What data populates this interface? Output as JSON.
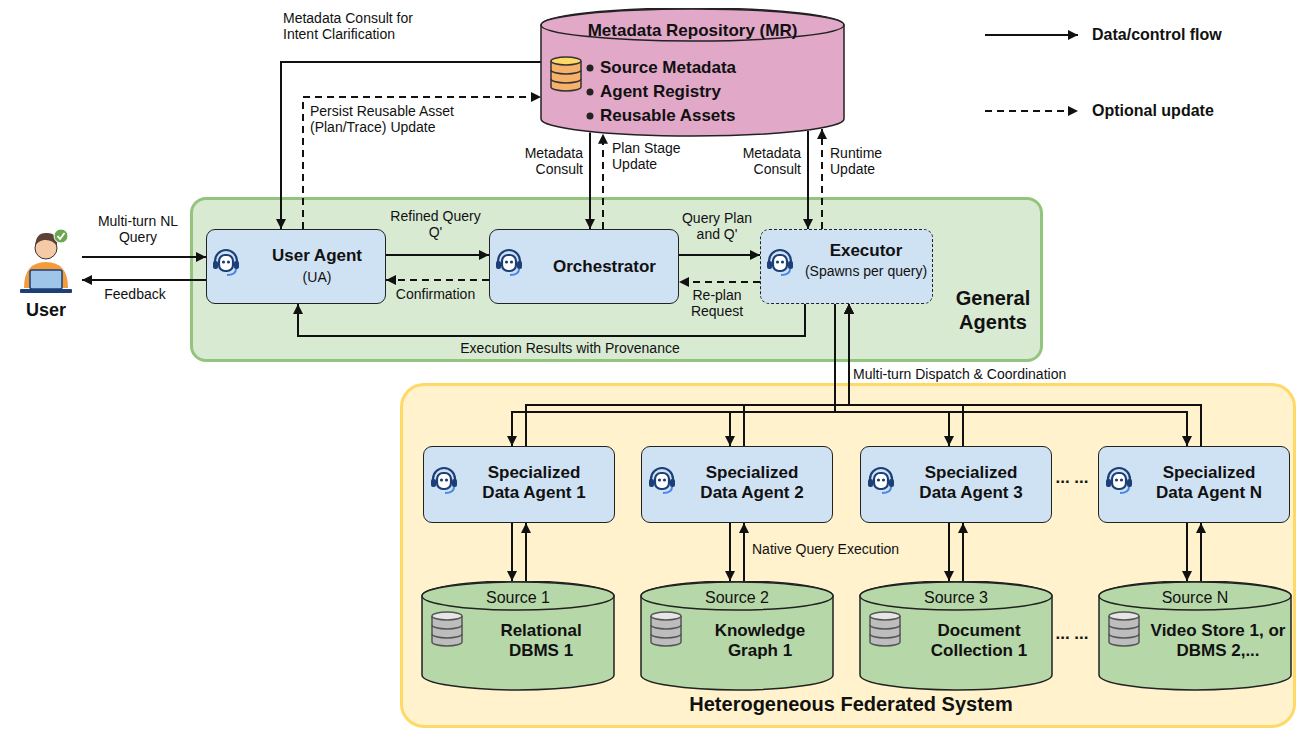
{
  "diagram": {
    "nodes": [
      {
        "text": [
          "Metadata Repository (MR)",
          "Source Metadata",
          "Agent Registry",
          "Reusable Assets"
        ]
      },
      {
        "text": [
          "User"
        ]
      },
      {
        "text": [
          "General Agents"
        ]
      },
      {
        "text": [
          "User Agent",
          "(UA)"
        ],
        "in": 2
      },
      {
        "text": [
          "Orchestrator"
        ],
        "in": 2
      },
      {
        "text": [
          "Executor",
          "(Spawns per query)"
        ],
        "in": 2
      },
      {
        "text": [
          "Heterogeneous Federated System"
        ]
      },
      {
        "text": [
          "Specialized Data Agent 1"
        ],
        "in": 6
      },
      {
        "text": [
          "Specialized Data Agent 2"
        ],
        "in": 6
      },
      {
        "text": [
          "Specialized Data Agent 3"
        ],
        "in": 6
      },
      {
        "text": [
          "Specialized Data Agent N"
        ],
        "in": 6
      },
      {
        "text": [
          "Source 1",
          "Relational DBMS 1"
        ],
        "in": 6
      },
      {
        "text": [
          "Source 2",
          "Knowledge Graph 1"
        ],
        "in": 6
      },
      {
        "text": [
          "Source 3",
          "Document Collection 1"
        ],
        "in": 6
      },
      {
        "text": [
          "Source N",
          "Video Store 1, or DBMS 2,..."
        ],
        "in": 6
      }
    ],
    "edges": [
      {
        "from": 0,
        "to": 3,
        "arrow": "to",
        "label": "Metadata Consult for Intent Clarification"
      },
      {
        "from": 3,
        "to": 0,
        "arrow": "to",
        "label": "Persist Reusable Asset (Plan/Trace) Update"
      },
      {
        "from": 0,
        "to": 4,
        "arrow": "to",
        "label": "Metadata Consult"
      },
      {
        "from": 4,
        "to": 0,
        "arrow": "to",
        "label": "Plan Stage Update"
      },
      {
        "from": 0,
        "to": 5,
        "arrow": "to",
        "label": "Metadata Consult"
      },
      {
        "from": 5,
        "to": 0,
        "arrow": "to",
        "label": "Runtime Update"
      },
      {
        "from": 1,
        "to": 3,
        "arrow": "to",
        "label": "Multi-turn NL Query"
      },
      {
        "from": 3,
        "to": 1,
        "arrow": "to",
        "label": "Feedback"
      },
      {
        "from": 3,
        "to": 4,
        "arrow": "to",
        "label": "Refined Query Q'"
      },
      {
        "from": 4,
        "to": 3,
        "arrow": "to",
        "label": "Confirmation"
      },
      {
        "from": 4,
        "to": 5,
        "arrow": "to",
        "label": "Query Plan and Q'"
      },
      {
        "from": 5,
        "to": 4,
        "arrow": "to",
        "label": "Re-plan Request"
      },
      {
        "from": 5,
        "to": 3,
        "arrow": "to",
        "label": "Execution Results with Provenance"
      },
      {
        "from": 5,
        "to": 7,
        "arrow": "both",
        "label": "Multi-turn Dispatch & Coordination"
      },
      {
        "from": 5,
        "to": 8,
        "arrow": "both"
      },
      {
        "from": 5,
        "to": 9,
        "arrow": "both"
      },
      {
        "from": 5,
        "to": 10,
        "arrow": "both"
      },
      {
        "from": 7,
        "to": 11,
        "arrow": "both"
      },
      {
        "from": 8,
        "to": 12,
        "arrow": "both",
        "label": "Native Query Execution"
      },
      {
        "from": 9,
        "to": 13,
        "arrow": "both"
      },
      {
        "from": 10,
        "to": 14,
        "arrow": "both"
      }
    ],
    "labels": [
      "... ...",
      "... ..."
    ],
    "legend": [
      {
        "text": "Data/control flow"
      },
      {
        "text": "Optional update"
      }
    ]
  }
}
